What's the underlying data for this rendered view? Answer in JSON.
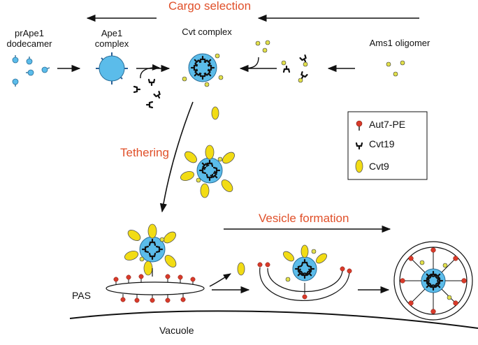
{
  "stages": {
    "cargo_selection": "Cargo selection",
    "tethering": "Tethering",
    "vesicle_formation": "Vesicle formation"
  },
  "labels": {
    "prape1_line1": "prApe1",
    "prape1_line2": "dodecamer",
    "ape1_line1": "Ape1",
    "ape1_line2": "complex",
    "cvt_complex": "Cvt complex",
    "ams1_oligomer": "Ams1 oligomer",
    "pas": "PAS",
    "vacuole": "Vacuole"
  },
  "legend": {
    "items": [
      {
        "label": "Aut7-PE",
        "icon": "aut7-pe-icon"
      },
      {
        "label": "Cvt19",
        "icon": "cvt19-icon"
      },
      {
        "label": "Cvt9",
        "icon": "cvt9-icon"
      }
    ]
  },
  "colors": {
    "stage_text": "#e0502a",
    "ape1_blue": "#5bbcea",
    "cvt9_yellow": "#f2dc14",
    "ams1_yellow": "#e2e04a",
    "aut7_red": "#d83a2a"
  }
}
